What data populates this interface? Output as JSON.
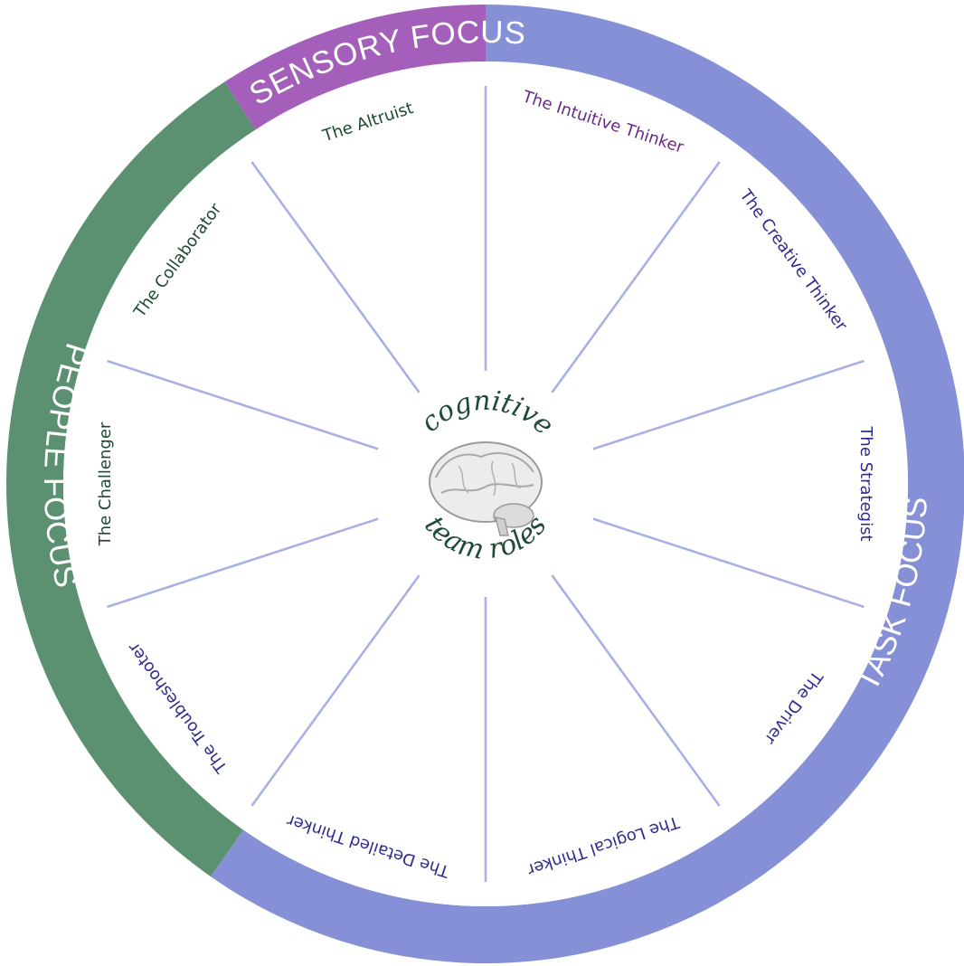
{
  "colors": {
    "people": "#5b9170",
    "sensory": "#a35fb9",
    "task": "#8590d6",
    "spoke": "#aab0e3",
    "people_text": "#1d4a30",
    "sensory_text": "#6a2a86",
    "task_text": "#2c2c8e",
    "center_text": "#1f4a36"
  },
  "ring": {
    "people_focus": "PEOPLE FOCUS",
    "sensory_focus": "SENSORY FOCUS",
    "task_focus": "TASK FOCUS"
  },
  "center": {
    "top_word": "cognitive",
    "bottom_word": "team roles",
    "icon": "brain-icon"
  },
  "roles": [
    {
      "label": "The Intuitive Thinker",
      "focus": "sensory"
    },
    {
      "label": "The Creative Thinker",
      "focus": "task"
    },
    {
      "label": "The Strategist",
      "focus": "task"
    },
    {
      "label": "The Driver",
      "focus": "task"
    },
    {
      "label": "The Logical Thinker",
      "focus": "task"
    },
    {
      "label": "The Detailed Thinker",
      "focus": "task"
    },
    {
      "label": "The Troubleshooter",
      "focus": "task"
    },
    {
      "label": "The Challenger",
      "focus": "people"
    },
    {
      "label": "The Collaborator",
      "focus": "people"
    },
    {
      "label": "The Altruist",
      "focus": "people"
    }
  ]
}
